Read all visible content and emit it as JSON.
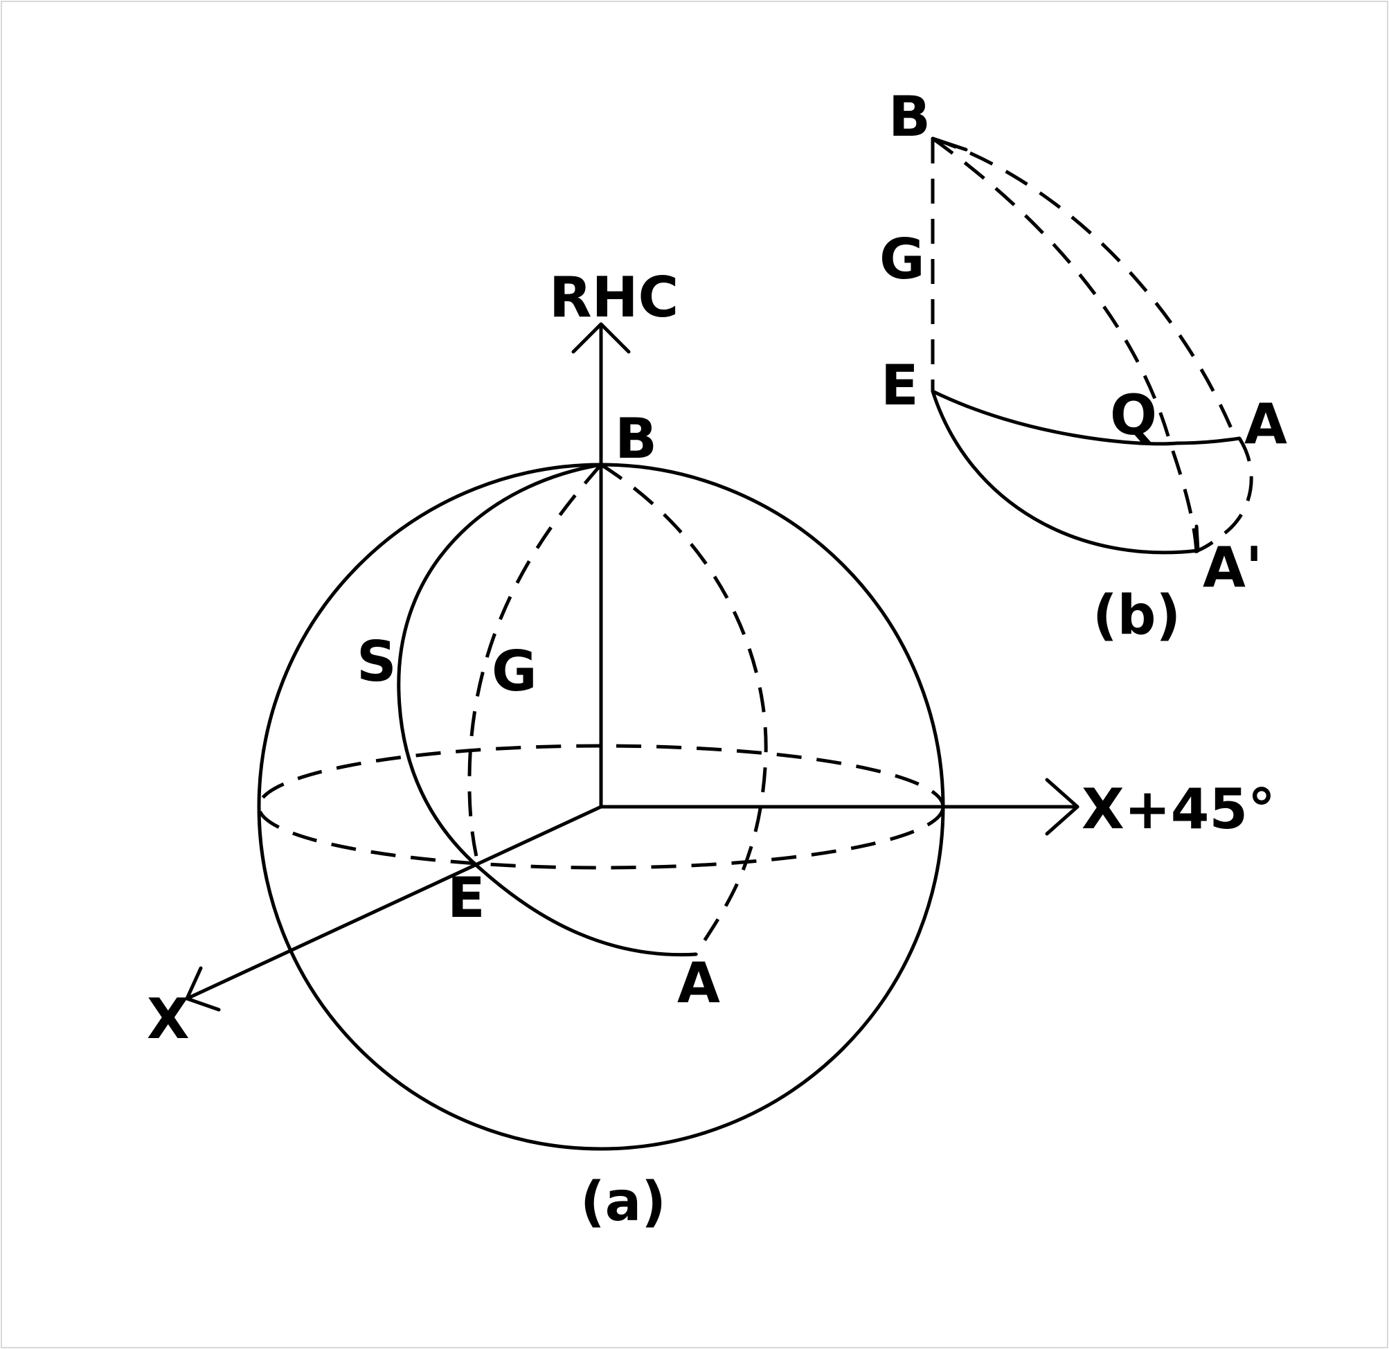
{
  "figure_a": {
    "caption": "(a)",
    "labels": {
      "rhc": "RHC",
      "b": "B",
      "s": "S",
      "g": "G",
      "e": "E",
      "a": "A",
      "x": "X",
      "x_plus_45": "X+45°"
    }
  },
  "figure_b": {
    "caption": "(b)",
    "labels": {
      "b": "B",
      "g": "G",
      "e": "E",
      "q": "Q",
      "a": "A",
      "a_prime": "A'"
    }
  }
}
